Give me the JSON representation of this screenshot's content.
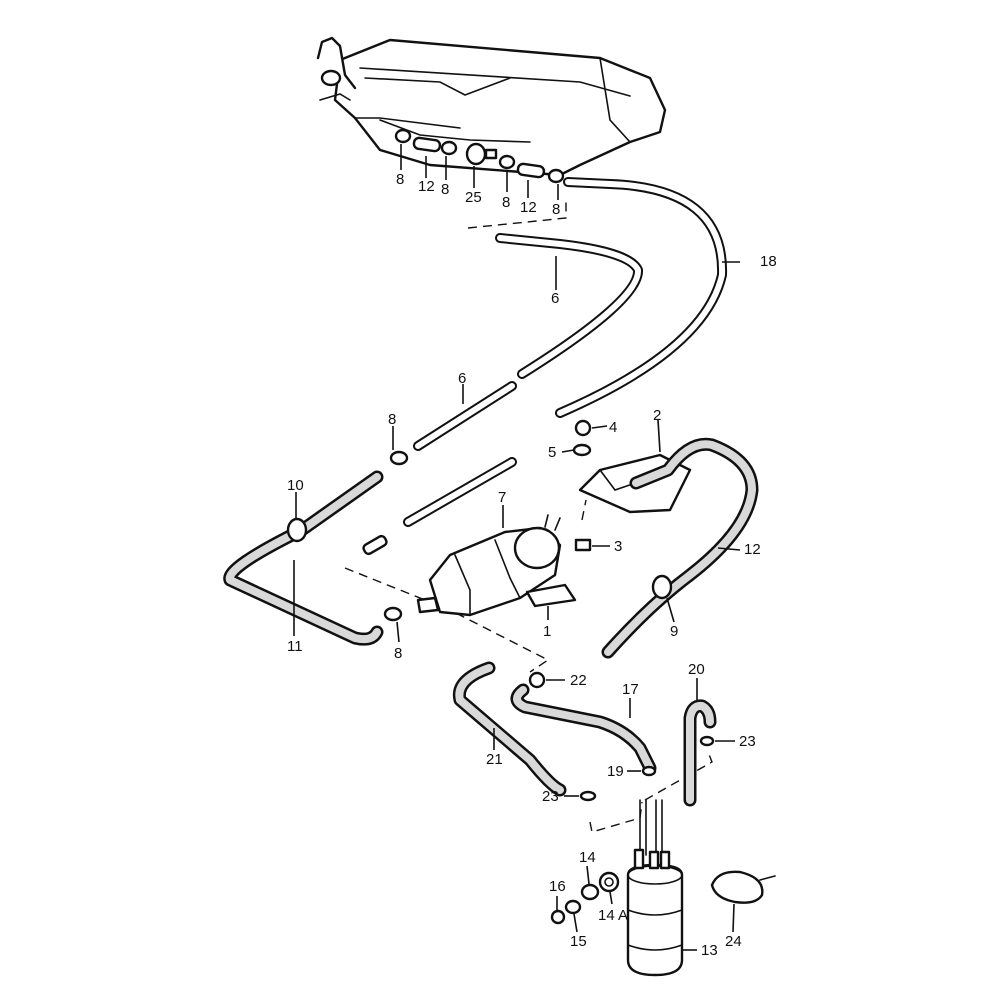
{
  "colors": {
    "ink": "#111111",
    "hose_fill": "#d9d9d9",
    "paper": "#ffffff"
  },
  "callouts": {
    "c8a": "8",
    "c12a": "12",
    "c8b": "8",
    "c25": "25",
    "c8c": "8",
    "c12b": "12",
    "c8d": "8",
    "c18": "18",
    "c6a": "6",
    "c6b": "6",
    "c8e": "8",
    "c4": "4",
    "c2": "2",
    "c5": "5",
    "c10": "10",
    "c7": "7",
    "c3": "3",
    "c12c": "12",
    "c11": "11",
    "c8f": "8",
    "c1": "1",
    "c9": "9",
    "c22": "22",
    "c20": "20",
    "c17": "17",
    "c23a": "23",
    "c21": "21",
    "c19": "19",
    "c23b": "23",
    "c14": "14",
    "c16": "16",
    "c14a": "14 A",
    "c15": "15",
    "c24": "24",
    "c13": "13"
  }
}
